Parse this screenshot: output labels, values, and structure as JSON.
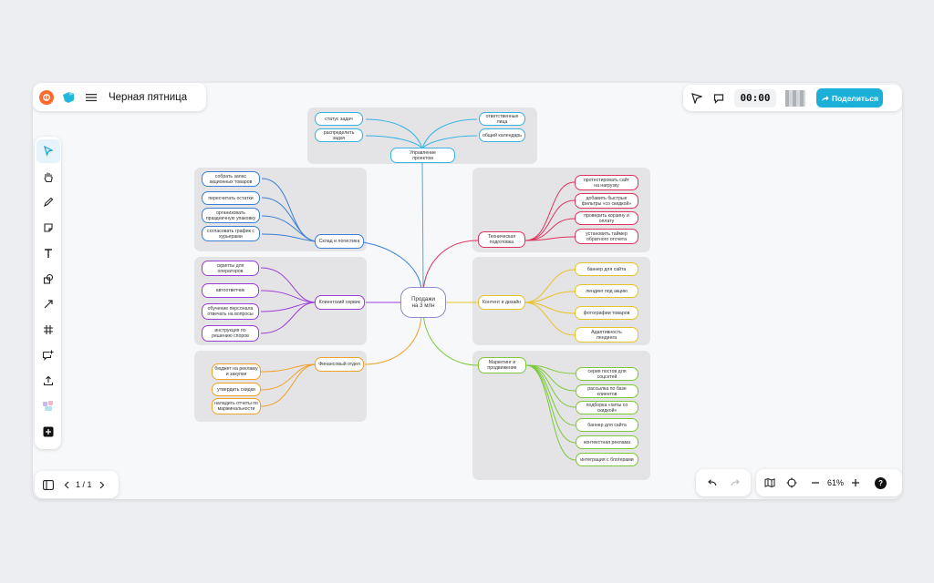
{
  "board": {
    "title": "Черная пятница",
    "share_label": "Поделиться",
    "timer": "00:00",
    "page_indicator": "1 / 1",
    "zoom": "61%",
    "help": "?"
  },
  "mindmap": {
    "center": "Продажи на 3 млн",
    "branches": {
      "upravlenie": {
        "label": "Управление проектом",
        "color": "#38b2e0",
        "children": [
          "статус задач",
          "распределить задач",
          "ответственные лица",
          "общий календарь"
        ]
      },
      "sklad": {
        "label": "Склад и логистика",
        "color": "#3b7fd6",
        "children": [
          "собрать запас акционных товаров",
          "пересчитать остатки",
          "организовать праздничную упаковку",
          "согласовать график с курьерами"
        ]
      },
      "klient": {
        "label": "Клиентский сервис",
        "color": "#9a3fd6",
        "children": [
          "скрипты для операторов",
          "автоответчик",
          "обучение персонала отвечать на вопросы",
          "инструкция по решению споров"
        ]
      },
      "finance": {
        "label": "Финансовый отдел",
        "color": "#f0a12a",
        "children": [
          "бюджет на рекламу и закупки",
          "утвердить скидки",
          "наладить отчеты по маржинальности"
        ]
      },
      "tech": {
        "label": "Техническая подготовка",
        "color": "#e0325e",
        "children": [
          "протестировать сайт на нагрузку",
          "добавить быстрые фильтры «со скидкой»",
          "проверить корзину и оплату",
          "установить таймер обратного отсчета"
        ]
      },
      "content": {
        "label": "Контент и дизайн",
        "color": "#e6c326",
        "children": [
          "баннер для сайта",
          "лендинг под акцию",
          "фотографии товаров",
          "Адаптивность лендинга"
        ]
      },
      "marketing": {
        "label": "Маркетинг и продвижение",
        "color": "#7cc83a",
        "children": [
          "серия постов для соцсетей",
          "рассылка по базе клиентов",
          "подборка «хиты со скидкой»",
          "баннер для сайта",
          "контекстная реклама",
          "интеграция с блогерами"
        ]
      }
    }
  }
}
